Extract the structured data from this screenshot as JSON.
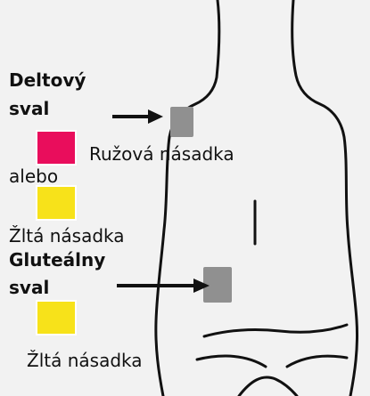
{
  "legend": {
    "deltoid_title_line1": "Deltový",
    "deltoid_title_line2": "sval",
    "pink_text": "Ružová násadka",
    "or_text": "alebo",
    "yellow_text_top": "Žltá násadka",
    "gluteal_title_line1": "Gluteálny",
    "gluteal_title_line2": "sval",
    "yellow_text_bottom": "Žltá násadka"
  },
  "colors": {
    "pink": "#e90d5c",
    "yellow": "#f7e21a",
    "body_outline": "#111111",
    "injection_zone": "#909090",
    "arrow": "#111111",
    "background": "#f2f2f2"
  },
  "icons": {
    "figure": "human-back-outline",
    "arrows": "right-arrow",
    "zones": "injection-site-square"
  }
}
